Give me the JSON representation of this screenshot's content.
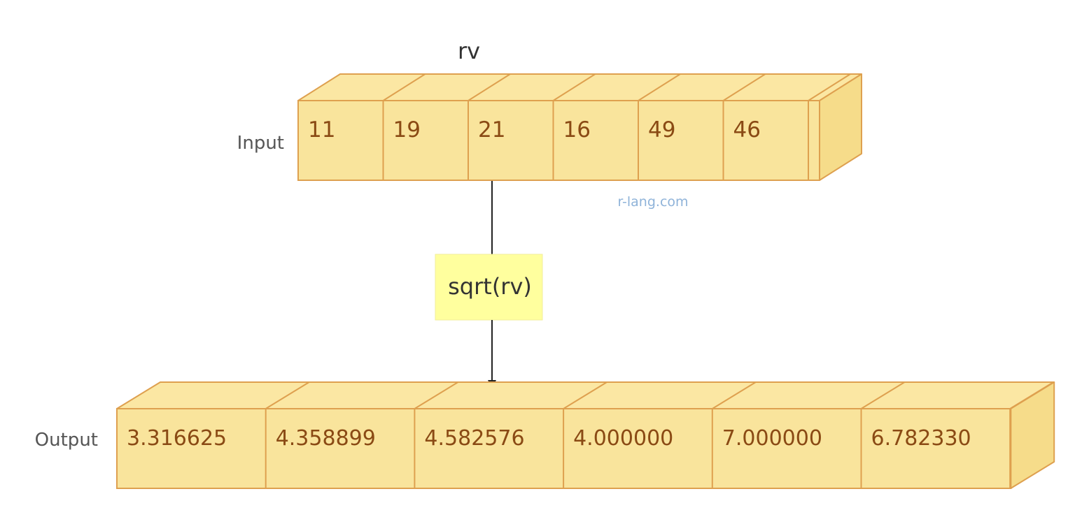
{
  "title": "rv",
  "input": {
    "label": "Input",
    "values": [
      "11",
      "19",
      "21",
      "16",
      "49",
      "46"
    ]
  },
  "function": {
    "label": "sqrt(rv)"
  },
  "output": {
    "label": "Output",
    "values": [
      "3.316625",
      "4.358899",
      "4.582576",
      "4.000000",
      "7.000000",
      "6.782330"
    ]
  },
  "watermark": "r-lang.com",
  "colors": {
    "cell_fill": "#f9e49c",
    "cell_top": "#fbe7a3",
    "cell_side": "#f6dc8a",
    "cell_stroke": "#dea04f",
    "value_text": "#8a4a14",
    "function_fill": "#ffff9e",
    "arrow": "#222222"
  }
}
